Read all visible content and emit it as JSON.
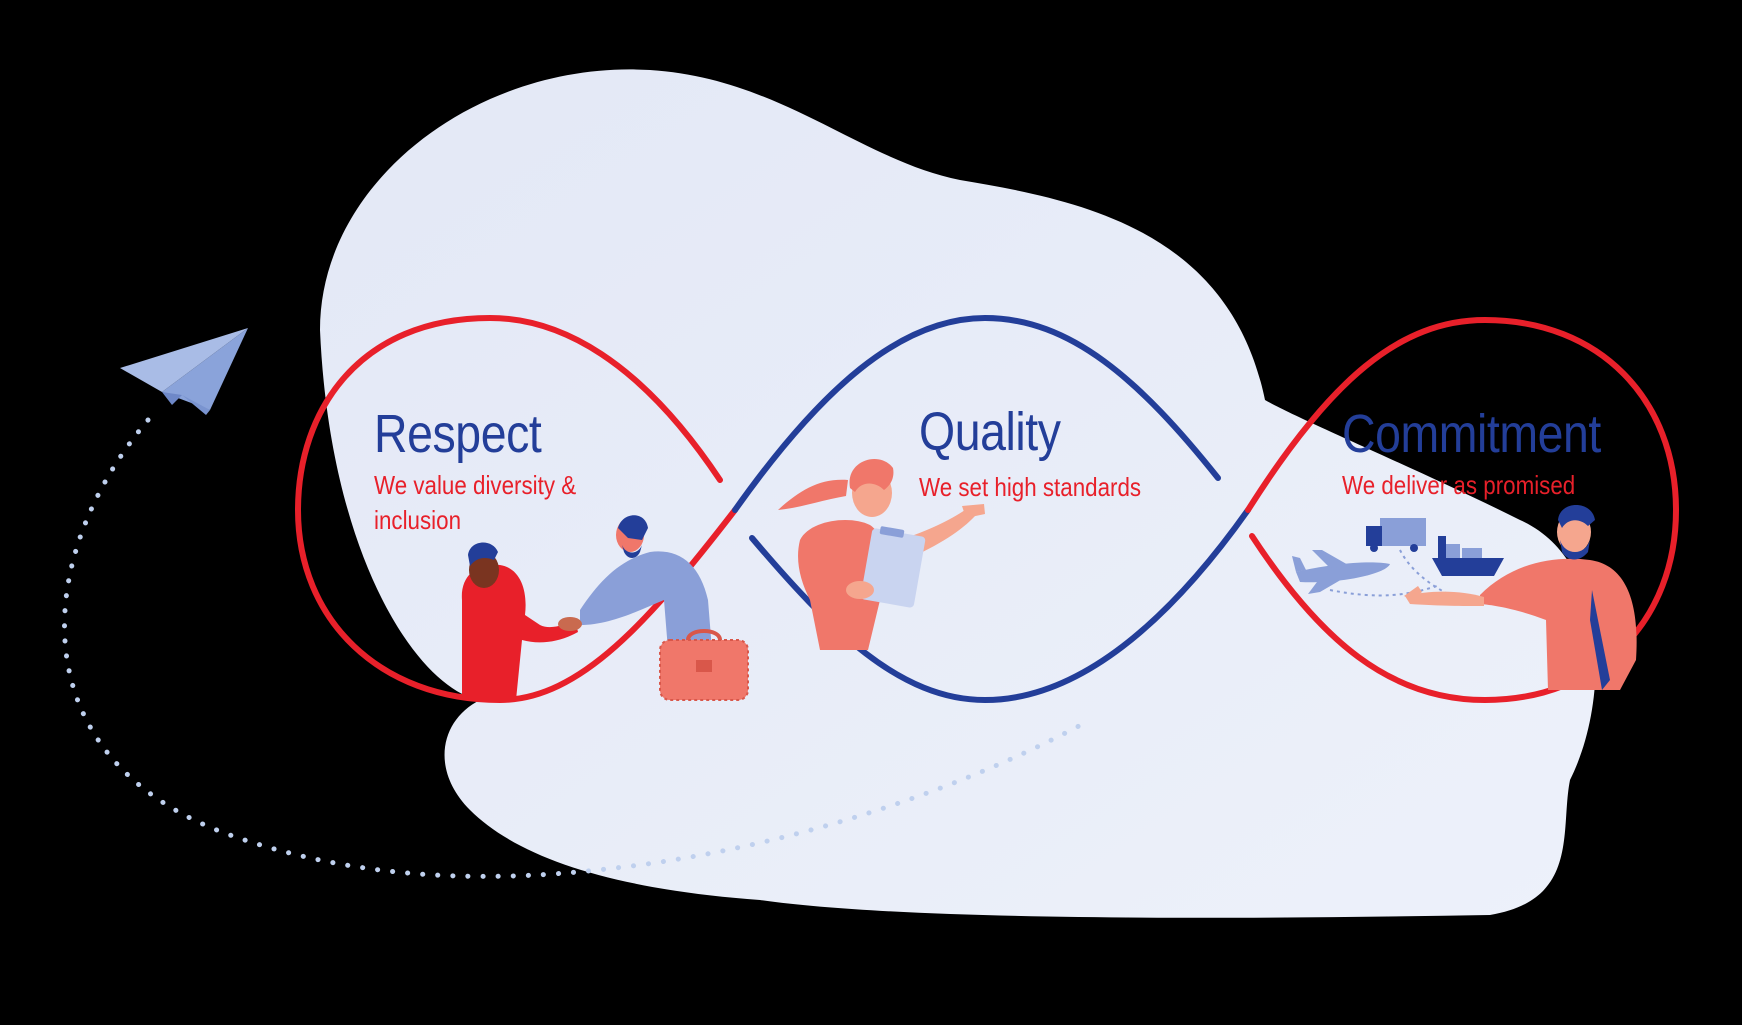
{
  "colors": {
    "background": "#000000",
    "cloud": "#E1E7F6",
    "loop_red": "#E8202A",
    "loop_blue": "#233E99",
    "title_blue": "#233E99",
    "subtitle_red": "#E8202A",
    "accent_light_blue": "#8FA6DB",
    "coral": "#F0776A"
  },
  "values": [
    {
      "key": "respect",
      "title": "Respect",
      "subtitle": "We value diversity & inclusion",
      "illustration": "handshake-people-icon"
    },
    {
      "key": "quality",
      "title": "Quality",
      "subtitle": "We set high standards",
      "illustration": "woman-with-clipboard-icon"
    },
    {
      "key": "commitment",
      "title": "Commitment",
      "subtitle": "We deliver as promised",
      "illustration": "logistics-delivery-icon"
    }
  ],
  "decor": {
    "paper_plane": "paper-plane-icon",
    "dotted_path": "dotted-trajectory"
  }
}
